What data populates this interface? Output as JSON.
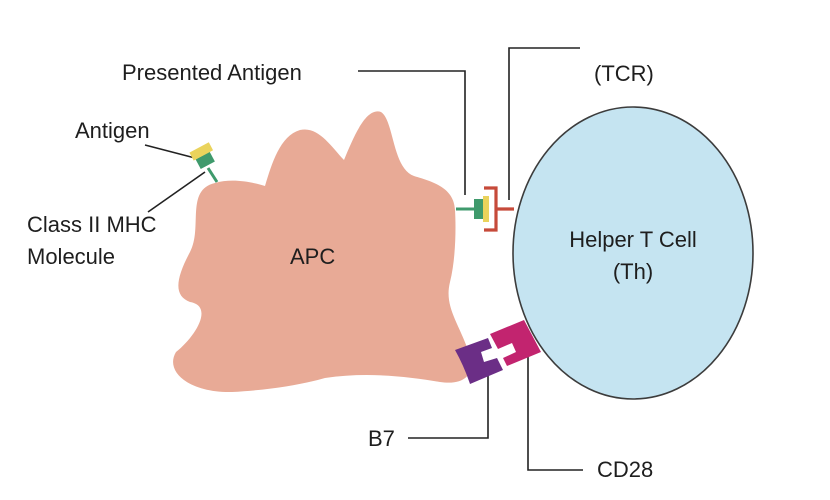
{
  "labels": {
    "presented_antigen": "Presented Antigen",
    "tcr": "(TCR)",
    "antigen": "Antigen",
    "class_ii_mhc_line1": "Class II MHC",
    "class_ii_mhc_line2": "Molecule",
    "apc": "APC",
    "helper_t_line1": "Helper T Cell",
    "helper_t_line2": "(Th)",
    "b7": "B7",
    "cd28": "CD28"
  },
  "colors": {
    "apc_fill": "#e8aa96",
    "t_cell_fill": "#c5e4f1",
    "t_cell_stroke": "#3c3c3c",
    "mhc_green": "#3f9a6c",
    "antigen_yellow": "#ead35c",
    "tcr_red": "#c64a3a",
    "b7_purple": "#6b2e86",
    "cd28_magenta": "#c2246f",
    "line": "#222222"
  }
}
